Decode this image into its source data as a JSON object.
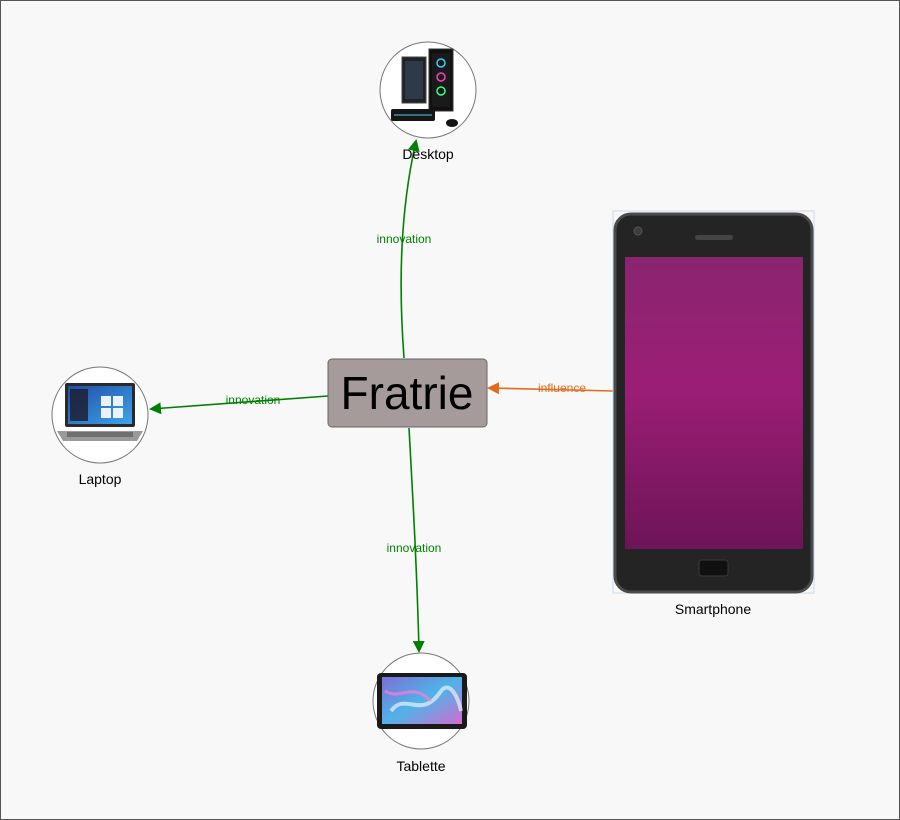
{
  "diagram": {
    "center": {
      "label": "Fratrie",
      "fill": "#a69b9b"
    },
    "nodes": [
      {
        "id": "desktop",
        "label": "Desktop",
        "icon": "desktop-pc-icon"
      },
      {
        "id": "laptop",
        "label": "Laptop",
        "icon": "laptop-icon"
      },
      {
        "id": "tablette",
        "label": "Tablette",
        "icon": "tablet-icon"
      },
      {
        "id": "smartphone",
        "label": "Smartphone",
        "icon": "smartphone-icon"
      }
    ],
    "edges": [
      {
        "from": "Fratrie",
        "to": "Desktop",
        "label": "innovation",
        "color": "#008000"
      },
      {
        "from": "Fratrie",
        "to": "Laptop",
        "label": "innovation",
        "color": "#008000"
      },
      {
        "from": "Fratrie",
        "to": "Tablette",
        "label": "innovation",
        "color": "#008000"
      },
      {
        "from": "Smartphone",
        "to": "Fratrie",
        "label": "influence",
        "color": "#e06c1a"
      }
    ]
  }
}
